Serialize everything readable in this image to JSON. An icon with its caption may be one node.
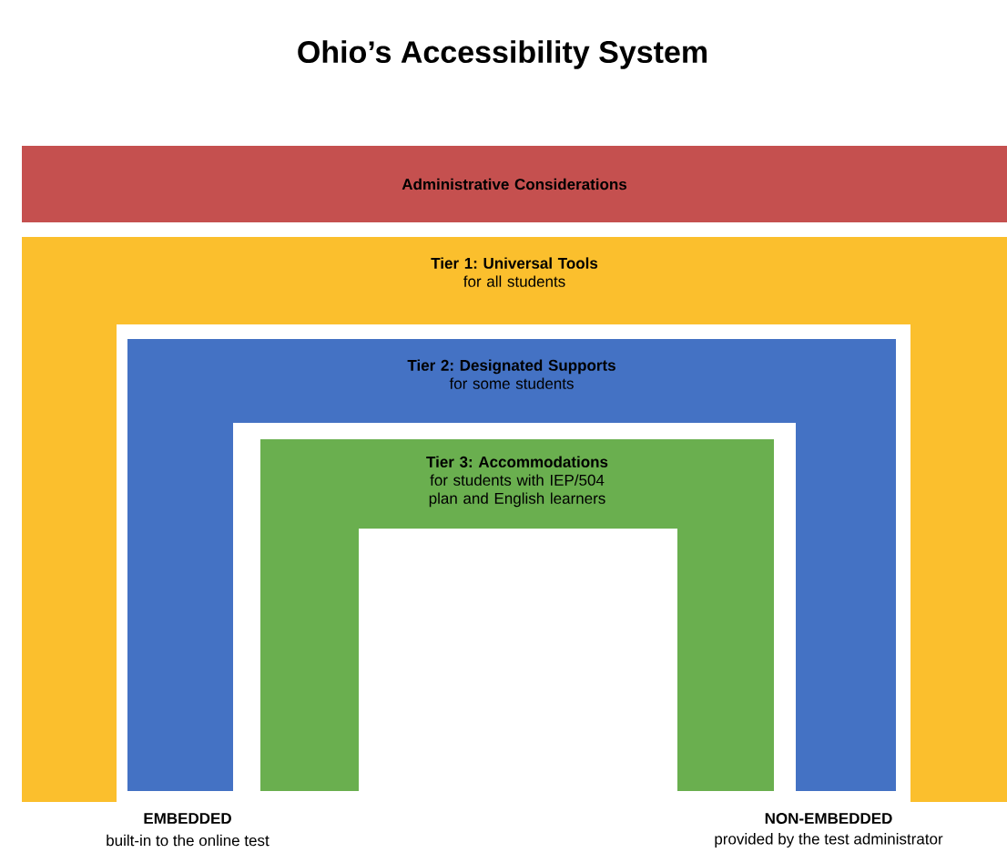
{
  "diagram": {
    "title": "Ohio’s Accessibility System",
    "nodes": [
      {
        "text": [
          "Administrative Considerations"
        ]
      },
      {
        "text": [
          "Tier 1: Universal Tools",
          "for all students"
        ]
      },
      {
        "text": [
          "Tier 2: Designated Supports",
          "for some students"
        ],
        "in": 1
      },
      {
        "text": [
          "Tier 3: Accommodations",
          "for students with IEP/504 plan and English learners"
        ],
        "in": 2
      }
    ],
    "labels": [
      "EMBEDDED",
      "built-in to the online test",
      "NON-EMBEDDED",
      "provided by the test administrator"
    ]
  }
}
